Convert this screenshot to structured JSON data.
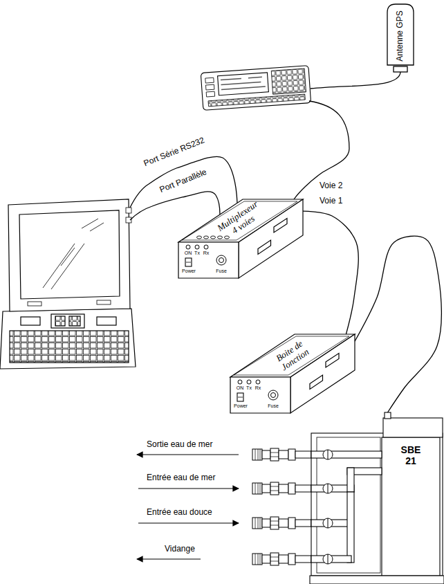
{
  "diagram": {
    "nodes": [
      {
        "text": [
          "Antenne GPS"
        ]
      },
      {
        "text": [
          "Multiplexeur 4 voies",
          "ON",
          "Tx",
          "Rx",
          "Power",
          "Fuse"
        ]
      },
      {
        "text": [
          "Boite de Jonction",
          "ON",
          "Tx",
          "Rx",
          "Power",
          "Fuse"
        ]
      },
      {
        "text": [
          "SBE 21"
        ]
      }
    ],
    "edges": [
      {
        "from": 1,
        "to": 2,
        "arrow": "none"
      },
      {
        "from": 2,
        "to": 3,
        "arrow": "none"
      }
    ],
    "labels": [
      "Port Série RS232",
      "Port Parallèle",
      "Voie 2",
      "Voie 1",
      "Sortie eau de mer",
      "Entrée eau de mer",
      "Entrée eau douce",
      "Vidange"
    ]
  }
}
